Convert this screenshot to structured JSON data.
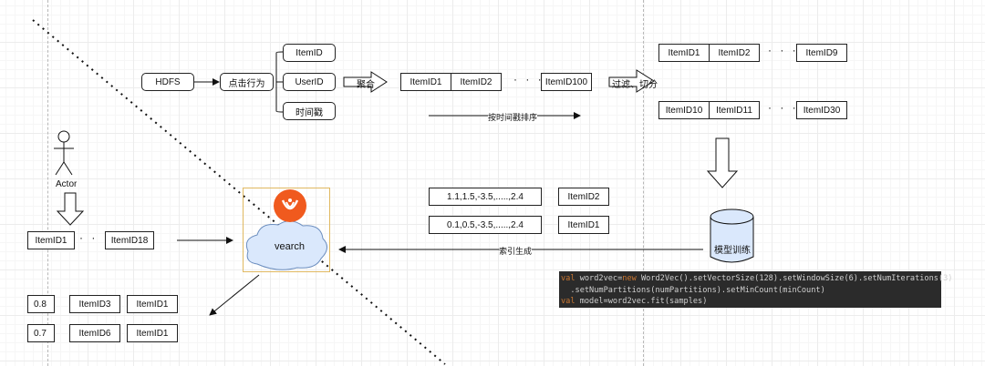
{
  "pipeline": {
    "hdfs": "HDFS",
    "click_behavior": "点击行为",
    "item_id": "ItemID",
    "user_id": "UserID",
    "timestamp": "时间戳",
    "aggregate": "聚合",
    "sort_by_time": "按时间戳排序",
    "filter_split": "过滤、切分",
    "seq_main": [
      "ItemID1",
      "ItemID2",
      "ItemID100"
    ],
    "seq_top": [
      "ItemID1",
      "ItemID2",
      "ItemID9"
    ],
    "seq_bottom": [
      "ItemID10",
      "ItemID11",
      "ItemID30"
    ],
    "ellipsis": "· · · ·"
  },
  "model": {
    "train": "模型训练",
    "index_gen": "索引生成",
    "vec1": "1.1,1.5,-3.5,.....,2.4",
    "vec1_id": "ItemID2",
    "vec2": "0.1,0.5,-3.5,.....,2.4",
    "vec2_id": "ItemID1",
    "code_line1_kw": "val",
    "code_line1_a": " word2vec=",
    "code_line1_kw2": "new",
    "code_line1_b": " Word2Vec().setVectorSize(128).setWindowSize(6).setNumIterations(3)",
    "code_line2": "  .setNumPartitions(numPartitions).setMinCount(minCount)",
    "code_line3_kw": "val",
    "code_line3": " model=word2vec.fit(samples)"
  },
  "query": {
    "actor": "Actor",
    "item1": "ItemID1",
    "item18": "ItemID18",
    "ellipsis": "· · ·",
    "vearch": "vearch",
    "results": [
      {
        "score": "0.8",
        "a": "ItemID3",
        "b": "ItemID1"
      },
      {
        "score": "0.7",
        "a": "ItemID6",
        "b": "ItemID1"
      }
    ]
  },
  "colors": {
    "logo": "#f05a1e",
    "cloud": "#dae8fc",
    "cloud_stroke": "#6c8ebf",
    "code_bg": "#2b2b2b",
    "code_keyword": "#cc7832"
  }
}
